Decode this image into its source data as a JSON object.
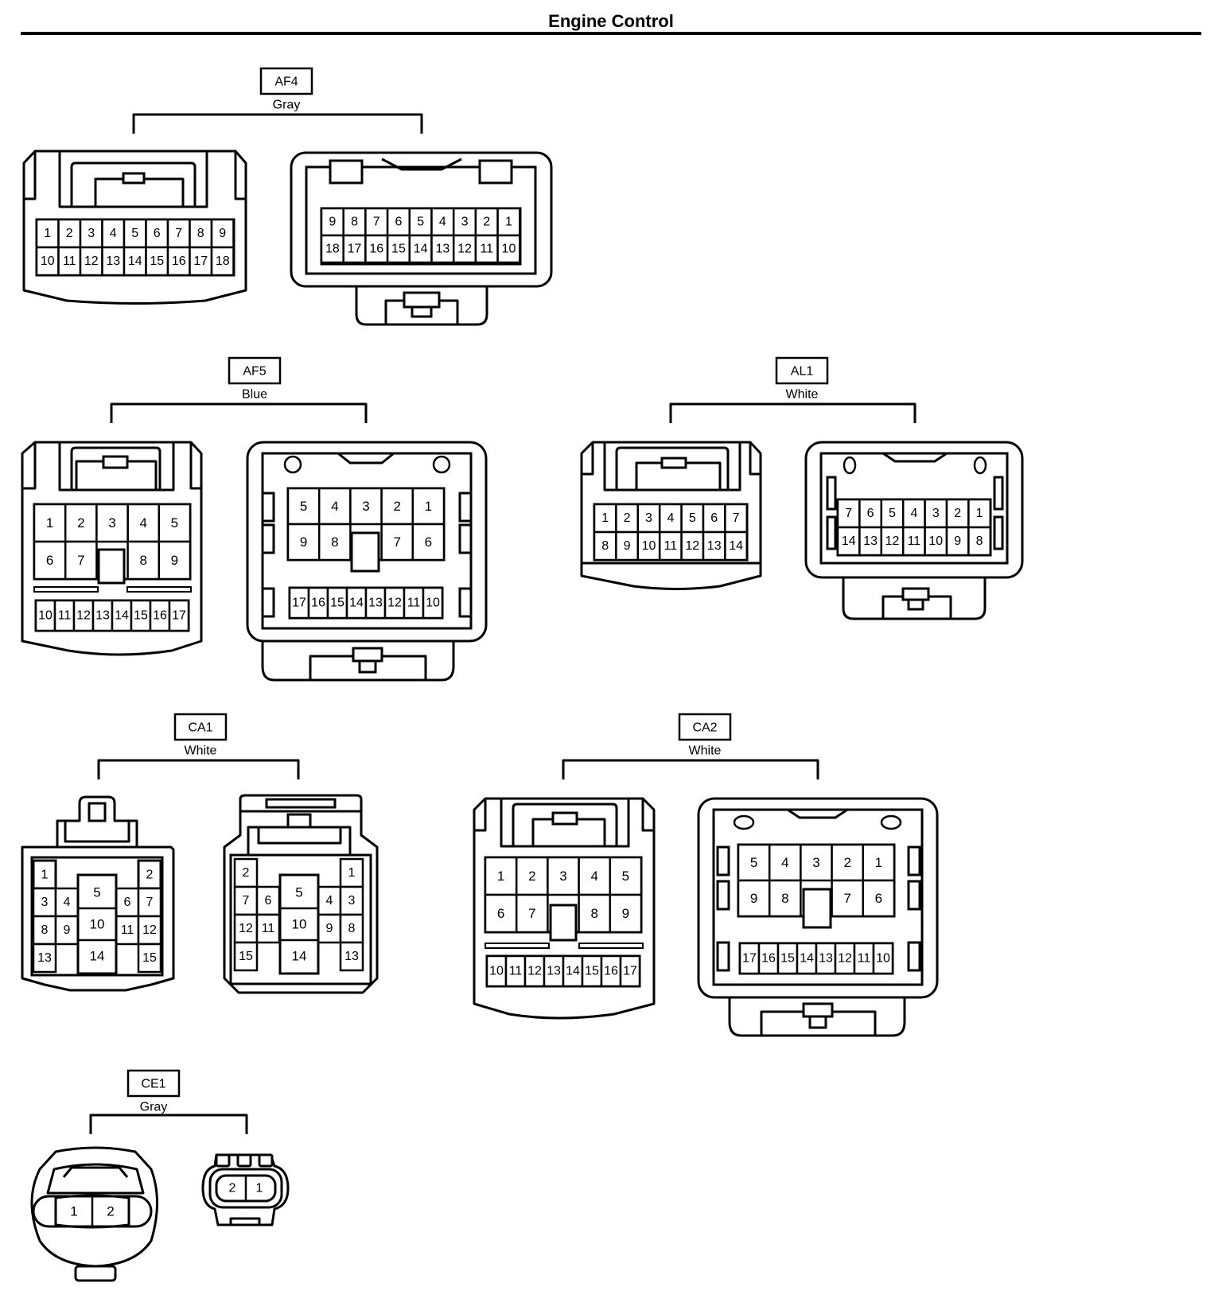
{
  "title": "Engine Control",
  "connectors": [
    {
      "code": "AF4",
      "color": "Gray",
      "female": {
        "rows": [
          [
            "1",
            "2",
            "3",
            "4",
            "5",
            "6",
            "7",
            "8",
            "9"
          ],
          [
            "10",
            "11",
            "12",
            "13",
            "14",
            "15",
            "16",
            "17",
            "18"
          ]
        ]
      },
      "male": {
        "rows": [
          [
            "9",
            "8",
            "7",
            "6",
            "5",
            "4",
            "3",
            "2",
            "1"
          ],
          [
            "18",
            "17",
            "16",
            "15",
            "14",
            "13",
            "12",
            "11",
            "10"
          ]
        ]
      }
    },
    {
      "code": "AF5",
      "color": "Blue",
      "female": {
        "rows": [
          [
            "1",
            "2",
            "3",
            "4",
            "5"
          ],
          [
            "6",
            "7",
            "",
            "8",
            "9"
          ],
          [
            "10",
            "11",
            "12",
            "13",
            "14",
            "15",
            "16",
            "17"
          ]
        ]
      },
      "male": {
        "rows": [
          [
            "5",
            "4",
            "3",
            "2",
            "1"
          ],
          [
            "9",
            "8",
            "",
            "7",
            "6"
          ],
          [
            "17",
            "16",
            "15",
            "14",
            "13",
            "12",
            "11",
            "10"
          ]
        ]
      }
    },
    {
      "code": "AL1",
      "color": "White",
      "female": {
        "rows": [
          [
            "1",
            "2",
            "3",
            "4",
            "5",
            "6",
            "7"
          ],
          [
            "8",
            "9",
            "10",
            "11",
            "12",
            "13",
            "14"
          ]
        ]
      },
      "male": {
        "rows": [
          [
            "7",
            "6",
            "5",
            "4",
            "3",
            "2",
            "1"
          ],
          [
            "14",
            "13",
            "12",
            "11",
            "10",
            "9",
            "8"
          ]
        ]
      }
    },
    {
      "code": "CA1",
      "color": "White",
      "female": {
        "pins": [
          "1",
          "2",
          "3",
          "4",
          "5",
          "6",
          "7",
          "8",
          "9",
          "10",
          "11",
          "12",
          "13",
          "14",
          "15"
        ]
      },
      "male": {
        "pins": [
          "2",
          "1",
          "7",
          "6",
          "5",
          "4",
          "3",
          "12",
          "11",
          "10",
          "9",
          "8",
          "15",
          "14",
          "13"
        ]
      }
    },
    {
      "code": "CA2",
      "color": "White",
      "female": {
        "rows": [
          [
            "1",
            "2",
            "3",
            "4",
            "5"
          ],
          [
            "6",
            "7",
            "",
            "8",
            "9"
          ],
          [
            "10",
            "11",
            "12",
            "13",
            "14",
            "15",
            "16",
            "17"
          ]
        ]
      },
      "male": {
        "rows": [
          [
            "5",
            "4",
            "3",
            "2",
            "1"
          ],
          [
            "9",
            "8",
            "",
            "7",
            "6"
          ],
          [
            "17",
            "16",
            "15",
            "14",
            "13",
            "12",
            "11",
            "10"
          ]
        ]
      }
    },
    {
      "code": "CE1",
      "color": "Gray",
      "female": {
        "rows": [
          [
            "1",
            "2"
          ]
        ]
      },
      "male": {
        "rows": [
          [
            "2",
            "1"
          ]
        ]
      }
    }
  ]
}
